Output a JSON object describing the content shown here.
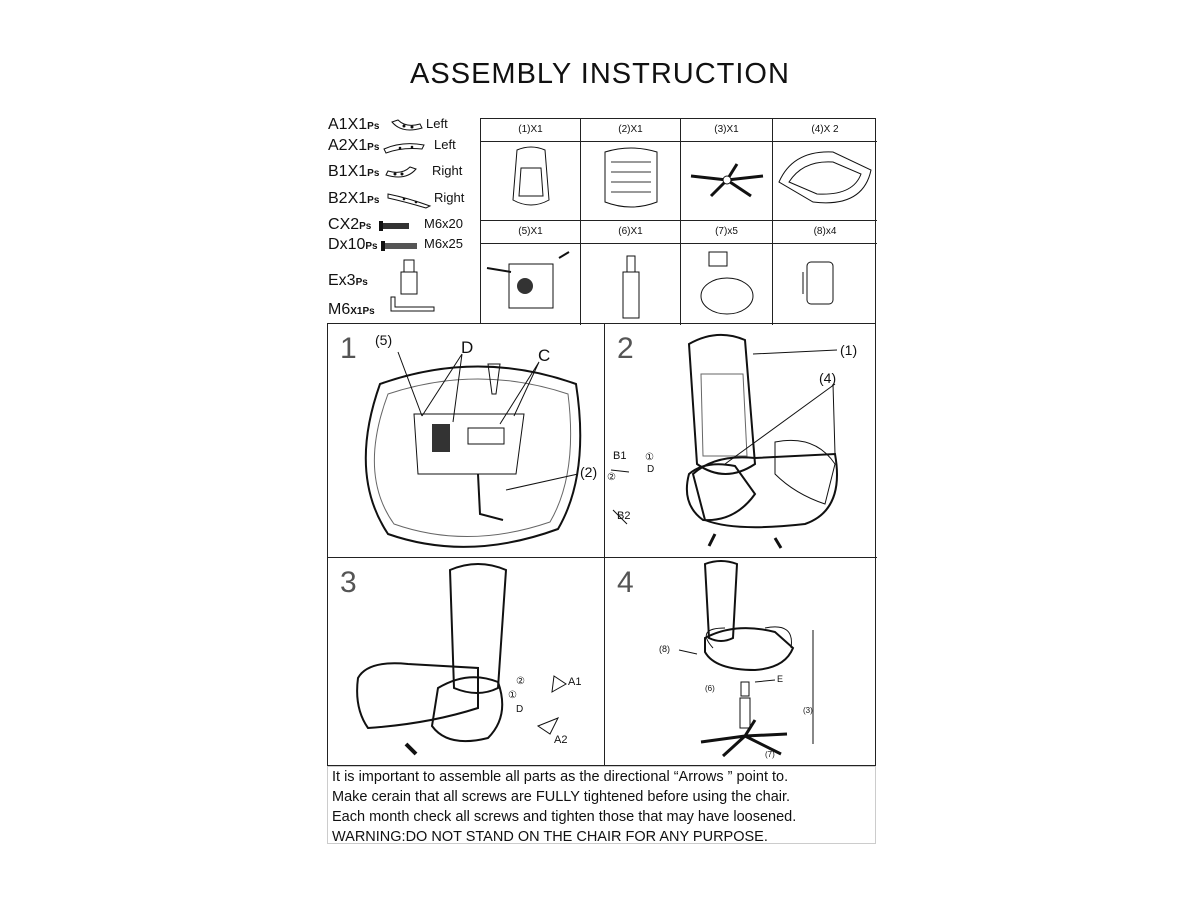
{
  "title": "ASSEMBLY INSTRUCTION",
  "hardware": [
    {
      "code": "A1",
      "qty": "X1",
      "unit": "Ps",
      "label": "Left"
    },
    {
      "code": "A2",
      "qty": "X1",
      "unit": "Ps",
      "label": "Left"
    },
    {
      "code": "B1",
      "qty": "X1",
      "unit": "Ps",
      "label": "Right"
    },
    {
      "code": "B2",
      "qty": "X1",
      "unit": "Ps",
      "label": "Right"
    },
    {
      "code": "C",
      "qty": "X2",
      "unit": "Ps",
      "label": "M6x20"
    },
    {
      "code": "D",
      "qty": "x10",
      "unit": "Ps",
      "label": "M6x25"
    },
    {
      "code": "E",
      "qty": "x3",
      "unit": "Ps",
      "label": ""
    },
    {
      "code": "M6",
      "qty": "X1",
      "unit": "Ps",
      "label": ""
    }
  ],
  "parts": [
    {
      "label": "(1)X1"
    },
    {
      "label": "(2)X1"
    },
    {
      "label": "(3)X1"
    },
    {
      "label": "(4)X 2"
    },
    {
      "label": "(5)X1"
    },
    {
      "label": "(6)X1"
    },
    {
      "label": "(7)x5"
    },
    {
      "label": "(8)x4"
    }
  ],
  "steps": [
    {
      "number": "1",
      "callouts": {
        "p5": "(5)",
        "d": "D",
        "c": "C",
        "p2": "(2)"
      }
    },
    {
      "number": "2",
      "callouts": {
        "p1": "(1)",
        "p4": "(4)",
        "b1": "B1",
        "b2": "B2",
        "d": "D",
        "one": "①",
        "two": "②"
      }
    },
    {
      "number": "3",
      "callouts": {
        "a1": "A1",
        "a2": "A2",
        "d": "D",
        "one": "①",
        "two": "②"
      }
    },
    {
      "number": "4",
      "callouts": {
        "p8": "(8)",
        "e": "E",
        "p6": "(6)",
        "p3": "(3)",
        "p7": "(7)"
      }
    }
  ],
  "notes": [
    "It is important to assemble all parts as the directional “Arrows ” point to.",
    "Make cerain that all screws are FULLY  tightened before using the chair.",
    "Each month check all screws and tighten those that may have loosened.",
    "WARNING:DO NOT STAND ON THE CHAIR FOR ANY PURPOSE."
  ]
}
